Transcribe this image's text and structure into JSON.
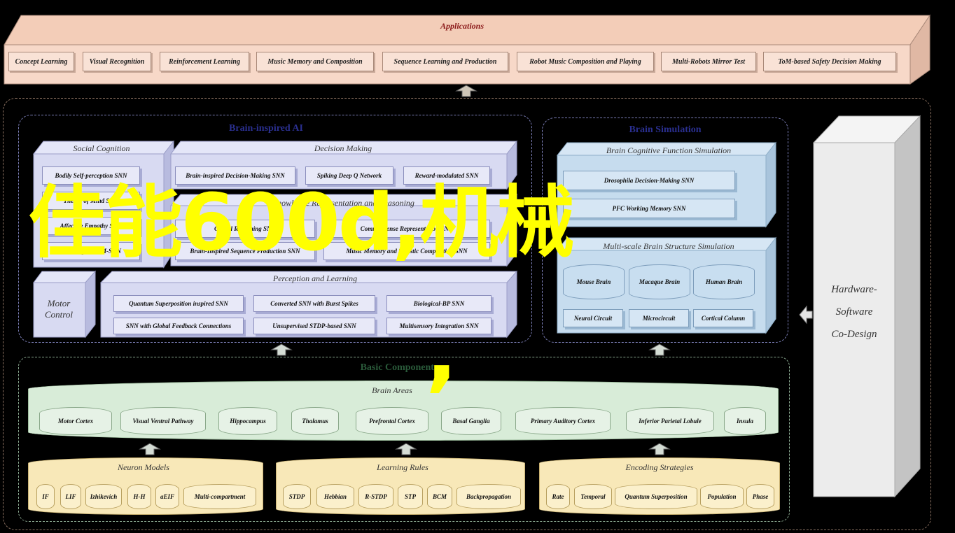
{
  "applications": {
    "title": "Applications",
    "items": [
      "Concept Learning",
      "Visual Recognition",
      "Reinforcement Learning",
      "Music Memory and Composition",
      "Sequence Learning and Production",
      "Robot Music Composition and Playing",
      "Multi-Robots Mirror Test",
      "ToM-based Safety Decision Making"
    ]
  },
  "brain_ai": {
    "title": "Brain-inspired AI",
    "social": {
      "title": "Social Cognition",
      "items": [
        "Bodily Self-perception SNN",
        "Theory of Mind SNN",
        "Affective Empathy SNN",
        "Multi-Agent ToM-SNN"
      ]
    },
    "decision": {
      "title": "Decision Making",
      "items": [
        "Brain-inspired Decision-Making SNN",
        "Spiking Deep Q Network",
        "Reward-modulated SNN"
      ]
    },
    "knowledge": {
      "title": "Knowledge Representation and Reasoning",
      "items": [
        "Causal Reasoning SNN",
        "Commonsense Representation SNN",
        "Brain-Inspired Sequence Production SNN",
        "Music Memory and Stylistic Composition SNN"
      ]
    },
    "motor": {
      "title": "Motor Control"
    },
    "perception": {
      "title": "Perception and Learning",
      "items": [
        "Quantum Superposition inspired SNN",
        "Converted SNN with Burst Spikes",
        "Biological-BP SNN",
        "SNN with Global Feedback Connections",
        "Unsupervised STDP-based SNN",
        "Multisensory Integration SNN"
      ]
    }
  },
  "brain_sim": {
    "title": "Brain Simulation",
    "cognitive": {
      "title": "Brain Cognitive Function Simulation",
      "items": [
        "Drosophila Decision-Making SNN",
        "PFC Working Memory SNN"
      ]
    },
    "multiscale": {
      "title": "Multi-scale Brain Structure Simulation",
      "brains": [
        "Mouse Brain",
        "Macaque Brain",
        "Human Brain"
      ],
      "levels": [
        "Neural Circuit",
        "Microcircuit",
        "Cortical Column"
      ]
    }
  },
  "hardware": {
    "line1": "Hardware-",
    "line2": "Software",
    "line3": "Co-Design"
  },
  "basic": {
    "title": "Basic Components",
    "areas_title": "Brain Areas",
    "areas": [
      "Motor Cortex",
      "Visual Ventral Pathway",
      "Hippocampus",
      "Thalamus",
      "Prefrontal Cortex",
      "Basal Ganglia",
      "Primary Auditory Cortex",
      "Inferior Parietal Lobule",
      "Insula"
    ],
    "neuron": {
      "title": "Neuron Models",
      "items": [
        "IF",
        "LIF",
        "Izhikevich",
        "H-H",
        "aEIF",
        "Multi-compartment"
      ]
    },
    "learning": {
      "title": "Learning Rules",
      "items": [
        "STDP",
        "Hebbian",
        "R-STDP",
        "STP",
        "BCM",
        "Backpropagation"
      ]
    },
    "encoding": {
      "title": "Encoding Strategies",
      "items": [
        "Rate",
        "Temporal",
        "Quantum Superposition",
        "Population",
        "Phase"
      ]
    }
  },
  "overlay": {
    "text": "佳能600d,机械",
    "comma": ","
  },
  "colors": {
    "overlay": "#ffff00",
    "background": "#000000"
  }
}
